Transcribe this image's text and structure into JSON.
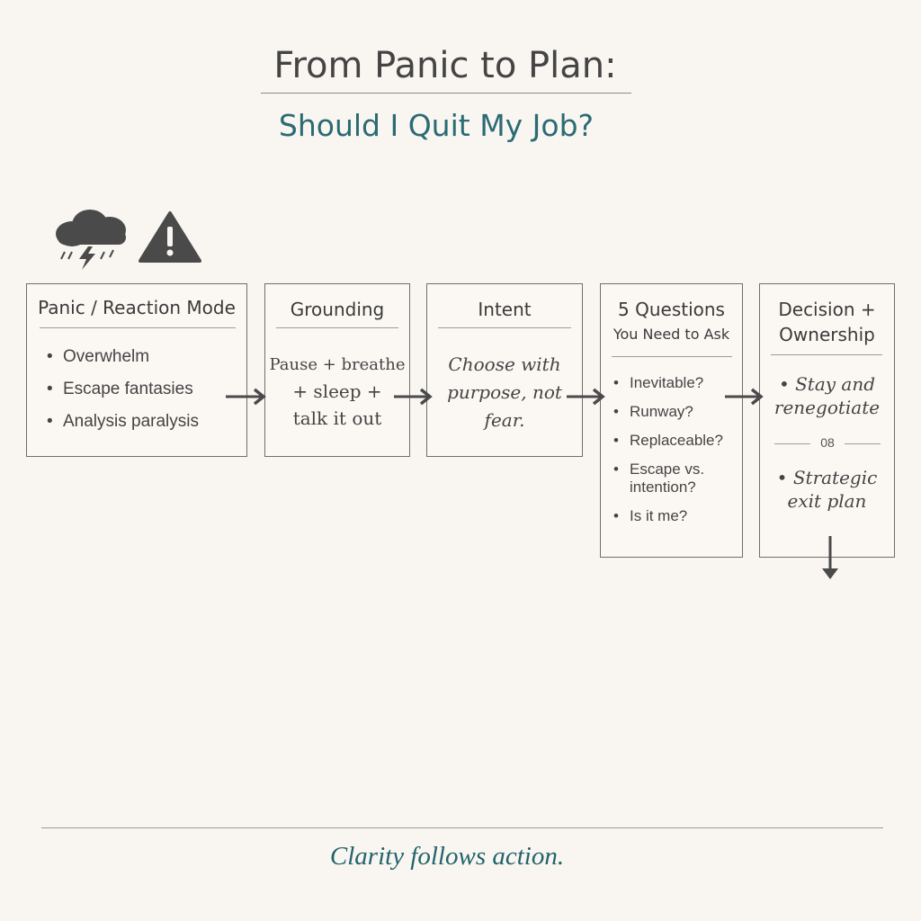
{
  "title": "From Panic to Plan:",
  "subtitle": "Should I Quit My Job?",
  "icons": [
    "storm-cloud-icon",
    "warning-icon"
  ],
  "stages": [
    {
      "heading": "Panic / Reaction Mode",
      "bullets": [
        "Overwhelm",
        "Escape fantasies",
        "Analysis paralysis"
      ]
    },
    {
      "heading": "Grounding",
      "lines": [
        "Pause + breathe",
        "+ sleep +",
        "talk it out"
      ]
    },
    {
      "heading": "Intent",
      "lines": [
        "Choose with",
        "purpose, not",
        "fear."
      ]
    },
    {
      "heading": "5 Questions",
      "subheading": "You Need to Ask",
      "bullets": [
        "Inevitable?",
        "Runway?",
        "Replaceable?",
        "Escape vs.",
        "intention?",
        "Is it me?"
      ]
    },
    {
      "heading": "Decision +",
      "heading2": "Ownership",
      "bullets": [
        "Stay and",
        "renegotiate",
        "Strategic",
        "exit plan"
      ],
      "divider_label": "08"
    }
  ],
  "footer": "Clarity follows action.",
  "colors": {
    "accent": "#2b6b73",
    "ink": "#444444",
    "background": "#f9f6f2"
  }
}
